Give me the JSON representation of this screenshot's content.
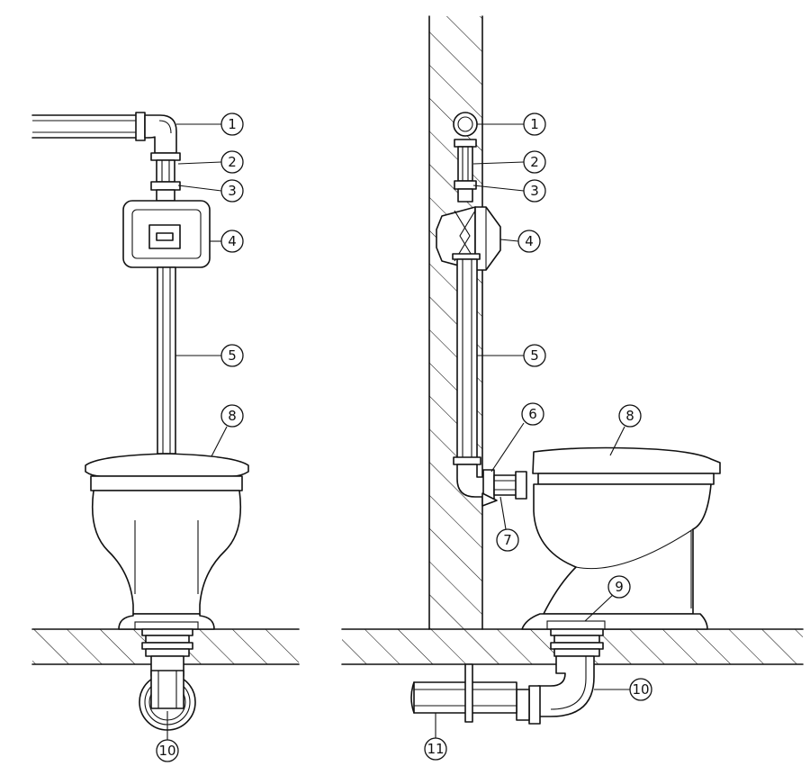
{
  "figure": {
    "front_view": {
      "callouts": [
        {
          "id": "fv-1",
          "label": "1"
        },
        {
          "id": "fv-2",
          "label": "2"
        },
        {
          "id": "fv-3",
          "label": "3"
        },
        {
          "id": "fv-4",
          "label": "4"
        },
        {
          "id": "fv-5",
          "label": "5"
        },
        {
          "id": "fv-8",
          "label": "8"
        },
        {
          "id": "fv-10",
          "label": "10"
        }
      ]
    },
    "side_view": {
      "callouts": [
        {
          "id": "sv-1",
          "label": "1"
        },
        {
          "id": "sv-2",
          "label": "2"
        },
        {
          "id": "sv-3",
          "label": "3"
        },
        {
          "id": "sv-4",
          "label": "4"
        },
        {
          "id": "sv-5",
          "label": "5"
        },
        {
          "id": "sv-6",
          "label": "6"
        },
        {
          "id": "sv-7",
          "label": "7"
        },
        {
          "id": "sv-8",
          "label": "8"
        },
        {
          "id": "sv-9",
          "label": "9"
        },
        {
          "id": "sv-10",
          "label": "10"
        },
        {
          "id": "sv-11",
          "label": "11"
        }
      ]
    }
  }
}
